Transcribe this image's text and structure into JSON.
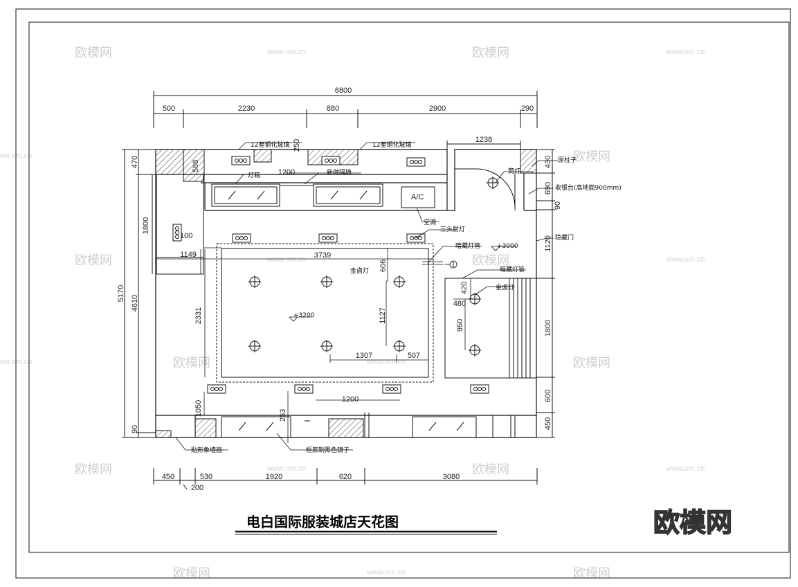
{
  "title": "电白国际服装城店天花图",
  "logo": "欧模网",
  "watermark": {
    "brand": "欧模网",
    "url": "www.om.cn"
  },
  "dims": {
    "overall_width": "6800",
    "top": [
      "500",
      "2230",
      "880",
      "2900",
      "290"
    ],
    "bottom": [
      "450",
      "530",
      "1920",
      "620",
      "3080"
    ],
    "bottom_extra": "200",
    "left_overall": "5170",
    "left": [
      "470",
      "4610",
      "90"
    ],
    "left_inner": [
      "588",
      "1800"
    ],
    "right": [
      "430",
      "690",
      "90",
      "1120",
      "1800",
      "600",
      "450"
    ],
    "door_width": "1238",
    "inner": {
      "w1149": "1149",
      "w3739": "3739",
      "h606": "606",
      "h2331": "2331",
      "h1127": "1127",
      "w1307": "1307",
      "w507": "507",
      "w1200_top": "1200",
      "w1200_bot": "1200",
      "h1050": "1050",
      "h263": "263",
      "h420": "420",
      "w480": "480",
      "h950": "950",
      "w250": "250",
      "w100": "100"
    }
  },
  "labels": {
    "glass_left": "12厘钢化玻璃",
    "glass_right": "12厘钢化玻璃",
    "lightbox": "灯箱",
    "partition": "新做隔墙",
    "ac": "A/C",
    "ac_label": "空调",
    "spotlight": "三头射灯",
    "hidden_tube": "暗藏灯管",
    "ceiling_level_1": "+3000",
    "downlight_1": "金卤灯",
    "hidden_tube_2": "暗藏灯管",
    "downlight_2": "金卤灯",
    "ceiling_level_2": "+3200",
    "tube_light": "筒灯",
    "column": "原柱子",
    "cashier": "收银台(高地面900mm)",
    "hidden_door": "隐藏门",
    "logo_wall": "贴形象墙画",
    "mirror_cabinet": "柜底制黑色镜子",
    "section_mark": "1"
  },
  "colors": {
    "line": "#111111",
    "hatch": "#444444",
    "watermark": "#cfcfcf"
  }
}
